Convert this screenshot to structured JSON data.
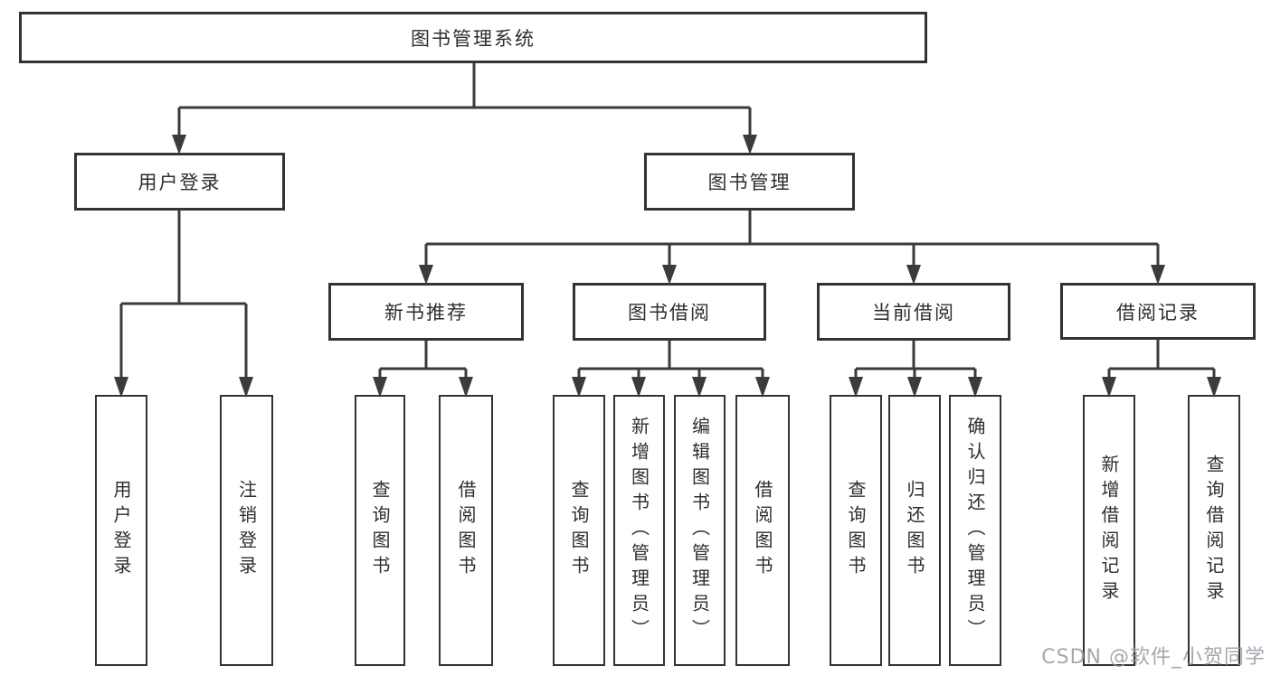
{
  "diagram": {
    "root": {
      "label": "图书管理系统",
      "children": [
        {
          "label": "用户登录",
          "children": [
            {
              "label": "用户登录"
            },
            {
              "label": "注销登录"
            }
          ]
        },
        {
          "label": "图书管理",
          "children": [
            {
              "label": "新书推荐",
              "children": [
                {
                  "label": "查询图书"
                },
                {
                  "label": "借阅图书"
                }
              ]
            },
            {
              "label": "图书借阅",
              "children": [
                {
                  "label": "查询图书"
                },
                {
                  "label": "新增图书（管理员）"
                },
                {
                  "label": "编辑图书（管理员）"
                },
                {
                  "label": "借阅图书"
                }
              ]
            },
            {
              "label": "当前借阅",
              "children": [
                {
                  "label": "查询图书"
                },
                {
                  "label": "归还图书"
                },
                {
                  "label": "确认归还（管理员）"
                }
              ]
            },
            {
              "label": "借阅记录",
              "children": [
                {
                  "label": "新增借阅记录"
                },
                {
                  "label": "查询借阅记录"
                }
              ]
            }
          ]
        }
      ]
    }
  },
  "watermark": {
    "text": "CSDN @软件_小贺同学"
  },
  "colors": {
    "line": "#3b3b3b",
    "box_border": "#333333",
    "text": "#2e2e2e",
    "watermark": "#9498a2",
    "background": "#ffffff"
  }
}
